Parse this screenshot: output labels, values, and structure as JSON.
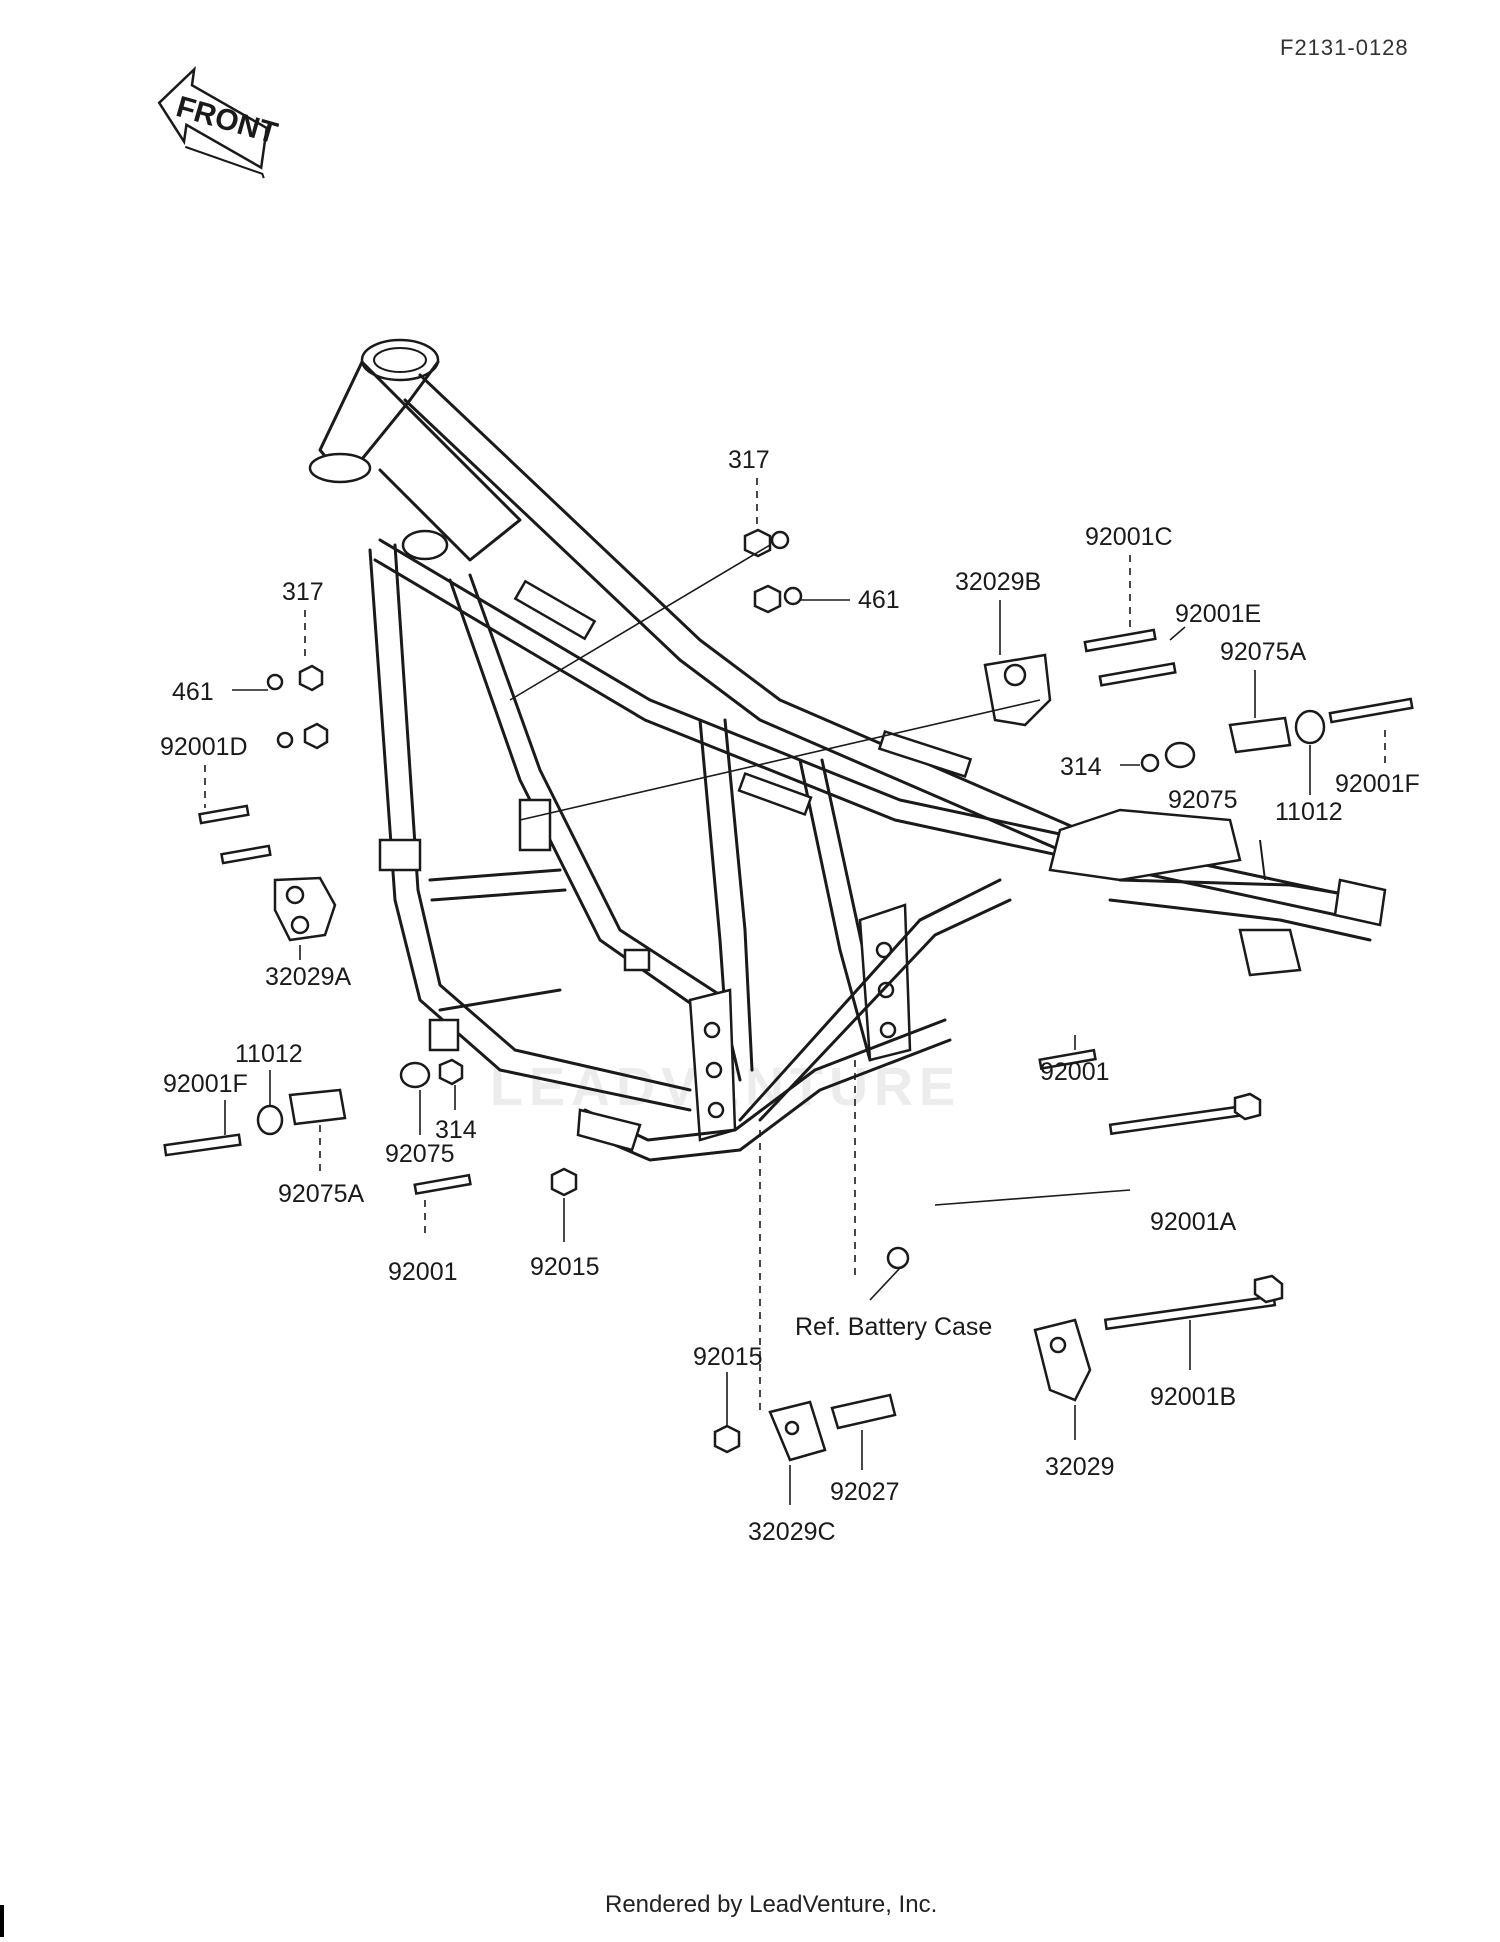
{
  "document": {
    "code": "F2131-0128",
    "credit": "Rendered by LeadVenture, Inc.",
    "watermark": "LEADVENTURE"
  },
  "front_arrow": {
    "label": "FRONT"
  },
  "callouts": [
    {
      "id": "c-317-top",
      "text": "317"
    },
    {
      "id": "c-461-top",
      "text": "461"
    },
    {
      "id": "c-92001c",
      "text": "92001C"
    },
    {
      "id": "c-32029b",
      "text": "32029B"
    },
    {
      "id": "c-92001e",
      "text": "92001E"
    },
    {
      "id": "c-92075a-right",
      "text": "92075A"
    },
    {
      "id": "c-314-right",
      "text": "314"
    },
    {
      "id": "c-92075-right",
      "text": "92075"
    },
    {
      "id": "c-11012-right",
      "text": "11012"
    },
    {
      "id": "c-92001f-right",
      "text": "92001F"
    },
    {
      "id": "c-317-left",
      "text": "317"
    },
    {
      "id": "c-461-left",
      "text": "461"
    },
    {
      "id": "c-92001d",
      "text": "92001D"
    },
    {
      "id": "c-32029a",
      "text": "32029A"
    },
    {
      "id": "c-11012-left",
      "text": "11012"
    },
    {
      "id": "c-92001f-left",
      "text": "92001F"
    },
    {
      "id": "c-314-left",
      "text": "314"
    },
    {
      "id": "c-92075-left",
      "text": "92075"
    },
    {
      "id": "c-92075a-left",
      "text": "92075A"
    },
    {
      "id": "c-92001-left",
      "text": "92001"
    },
    {
      "id": "c-92015-mid",
      "text": "92015"
    },
    {
      "id": "c-92001-right",
      "text": "92001"
    },
    {
      "id": "c-92001a",
      "text": "92001A"
    },
    {
      "id": "c-ref-battery",
      "text": "Ref. Battery Case"
    },
    {
      "id": "c-92001b",
      "text": "92001B"
    },
    {
      "id": "c-92015-low",
      "text": "92015"
    },
    {
      "id": "c-92027",
      "text": "92027"
    },
    {
      "id": "c-32029",
      "text": "32029"
    },
    {
      "id": "c-32029c",
      "text": "32029C"
    }
  ]
}
